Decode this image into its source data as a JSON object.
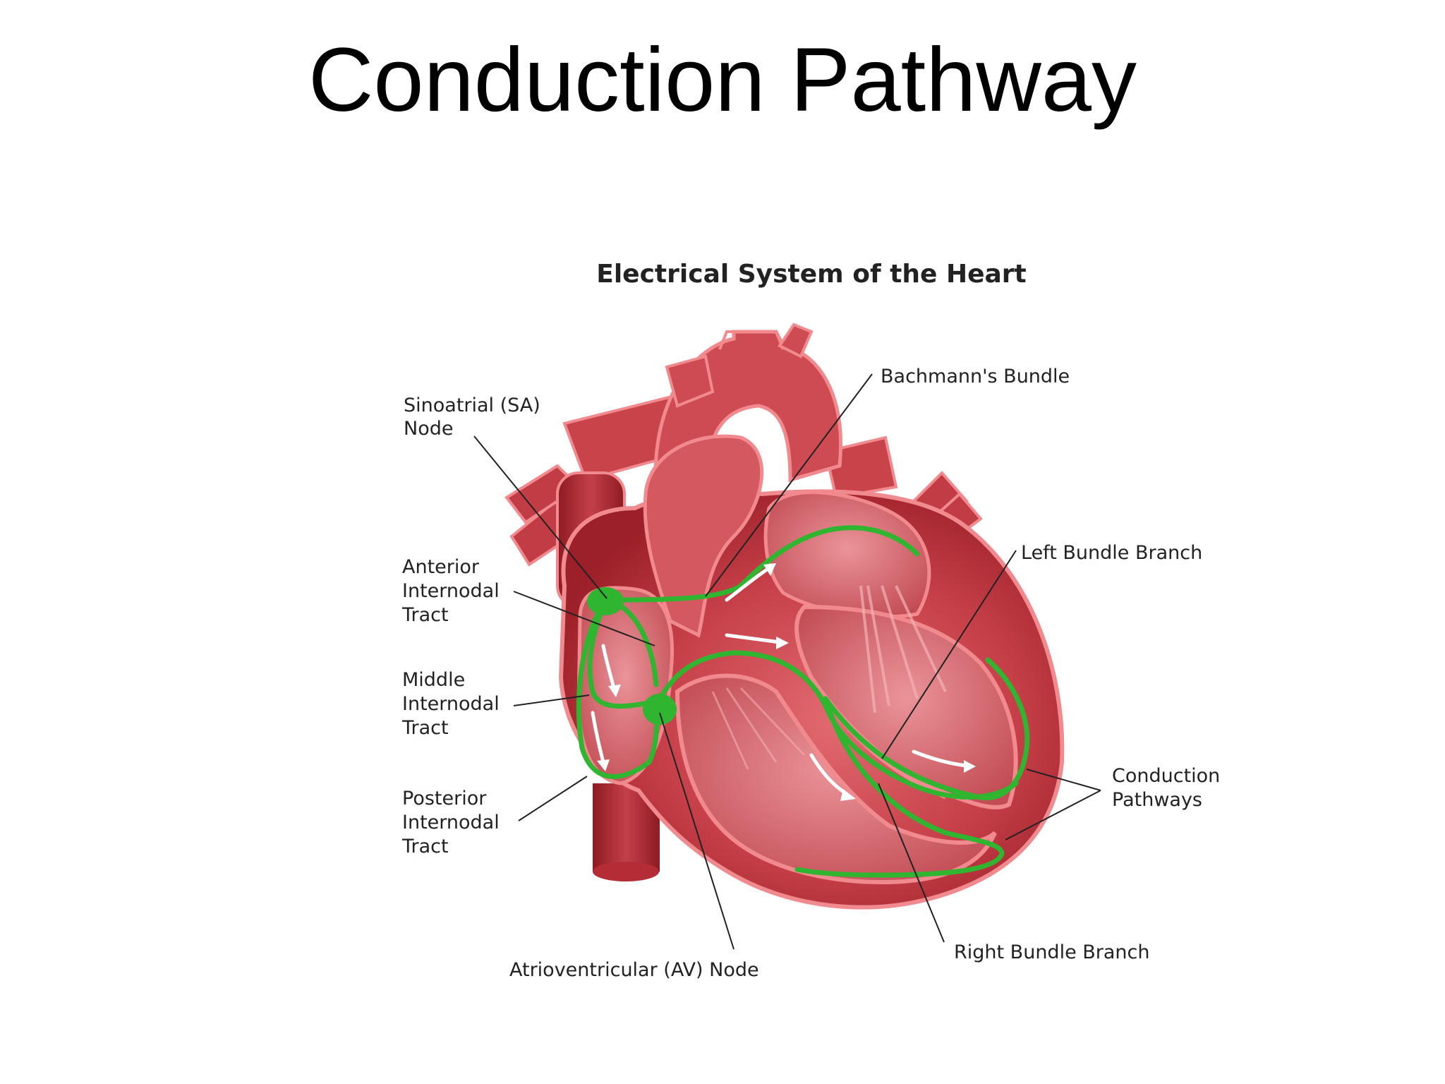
{
  "slide": {
    "title": "Conduction Pathway"
  },
  "diagram": {
    "heading": "Electrical System of the Heart",
    "labels": {
      "sa_node": [
        "Sinoatrial (SA)",
        "Node"
      ],
      "bachmann": [
        "Bachmann's Bundle"
      ],
      "anterior": [
        "Anterior",
        "Internodal",
        "Tract"
      ],
      "middle": [
        "Middle",
        "Internodal",
        "Tract"
      ],
      "posterior": [
        "Posterior",
        "Internodal",
        "Tract"
      ],
      "left_bundle": [
        "Left Bundle Branch"
      ],
      "conduction": [
        "Conduction",
        "Pathways"
      ],
      "right_bundle": [
        "Right Bundle Branch"
      ],
      "av_node": [
        "Atrioventricular (AV) Node"
      ]
    },
    "colors": {
      "heart": "#b52c36",
      "heart_light": "#e0646c",
      "heart_rim": "#f08a8e",
      "pathway": "#2fb52f",
      "leader": "#222222"
    }
  }
}
